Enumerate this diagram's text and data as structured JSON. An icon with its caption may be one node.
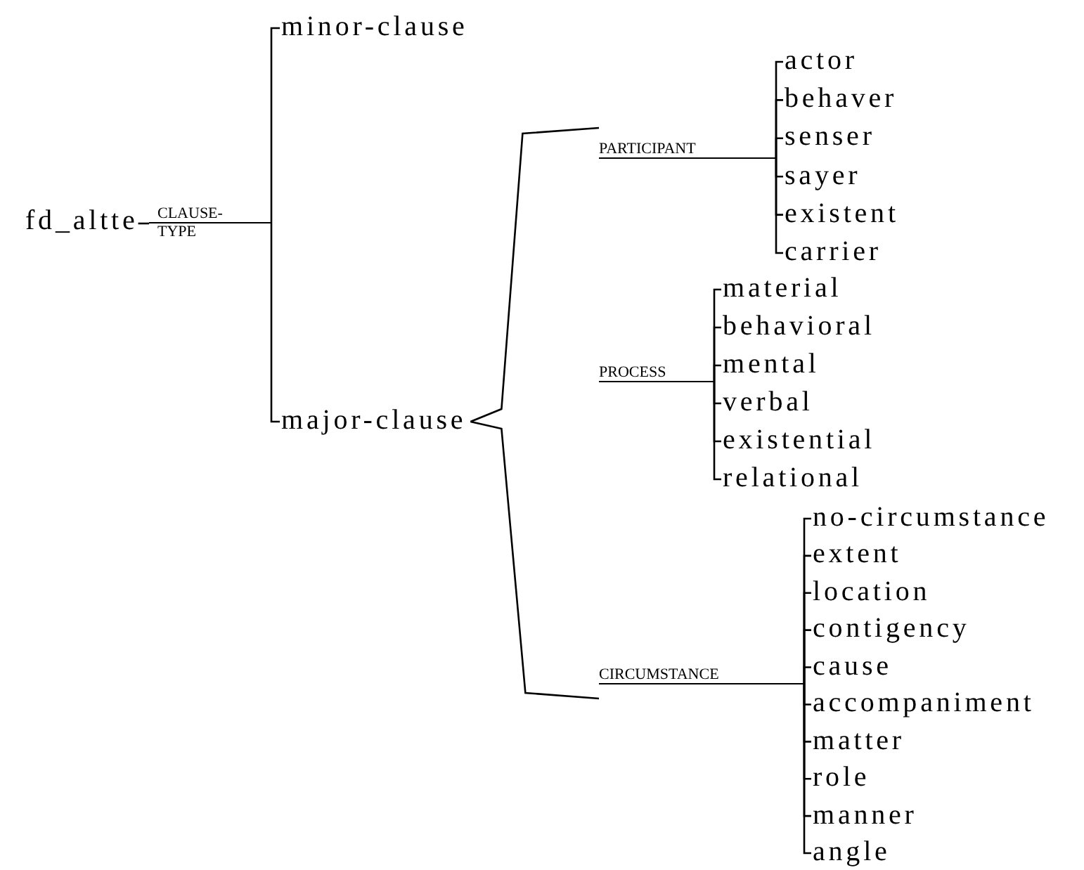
{
  "diagram": {
    "nodes": [
      {
        "text": [
          "fd_altte"
        ]
      },
      {
        "text": [
          "CLAUSE-",
          "TYPE"
        ]
      },
      {
        "text": [
          "minor-clause"
        ]
      },
      {
        "text": [
          "major-clause"
        ]
      },
      {
        "text": [
          "PARTICIPANT"
        ]
      },
      {
        "text": [
          "actor"
        ]
      },
      {
        "text": [
          "behaver"
        ]
      },
      {
        "text": [
          "senser"
        ]
      },
      {
        "text": [
          "sayer"
        ]
      },
      {
        "text": [
          "existent"
        ]
      },
      {
        "text": [
          "carrier"
        ]
      },
      {
        "text": [
          "PROCESS"
        ]
      },
      {
        "text": [
          "material"
        ]
      },
      {
        "text": [
          "behavioral"
        ]
      },
      {
        "text": [
          "mental"
        ]
      },
      {
        "text": [
          "verbal"
        ]
      },
      {
        "text": [
          "existential"
        ]
      },
      {
        "text": [
          "relational"
        ]
      },
      {
        "text": [
          "CIRCUMSTANCE"
        ]
      },
      {
        "text": [
          "no-circumstance"
        ]
      },
      {
        "text": [
          "extent"
        ]
      },
      {
        "text": [
          "location"
        ]
      },
      {
        "text": [
          "contigency"
        ]
      },
      {
        "text": [
          "cause"
        ]
      },
      {
        "text": [
          "accompaniment"
        ]
      },
      {
        "text": [
          "matter"
        ]
      },
      {
        "text": [
          "role"
        ]
      },
      {
        "text": [
          "manner"
        ]
      },
      {
        "text": [
          "angle"
        ]
      }
    ],
    "edges": [
      {
        "from": 0,
        "to": 1,
        "arrow": "none"
      },
      {
        "from": 1,
        "to": 2,
        "arrow": "none"
      },
      {
        "from": 1,
        "to": 3,
        "arrow": "none"
      },
      {
        "from": 3,
        "to": 4,
        "arrow": "none"
      },
      {
        "from": 3,
        "to": 18,
        "arrow": "none"
      },
      {
        "from": 4,
        "to": 5,
        "arrow": "none"
      },
      {
        "from": 4,
        "to": 6,
        "arrow": "none"
      },
      {
        "from": 4,
        "to": 7,
        "arrow": "none"
      },
      {
        "from": 4,
        "to": 8,
        "arrow": "none"
      },
      {
        "from": 4,
        "to": 9,
        "arrow": "none"
      },
      {
        "from": 4,
        "to": 10,
        "arrow": "none"
      },
      {
        "from": 11,
        "to": 12,
        "arrow": "none"
      },
      {
        "from": 11,
        "to": 13,
        "arrow": "none"
      },
      {
        "from": 11,
        "to": 14,
        "arrow": "none"
      },
      {
        "from": 11,
        "to": 15,
        "arrow": "none"
      },
      {
        "from": 11,
        "to": 16,
        "arrow": "none"
      },
      {
        "from": 11,
        "to": 17,
        "arrow": "none"
      },
      {
        "from": 18,
        "to": 19,
        "arrow": "none"
      },
      {
        "from": 18,
        "to": 20,
        "arrow": "none"
      },
      {
        "from": 18,
        "to": 21,
        "arrow": "none"
      },
      {
        "from": 18,
        "to": 22,
        "arrow": "none"
      },
      {
        "from": 18,
        "to": 23,
        "arrow": "none"
      },
      {
        "from": 18,
        "to": 24,
        "arrow": "none"
      },
      {
        "from": 18,
        "to": 25,
        "arrow": "none"
      },
      {
        "from": 18,
        "to": 26,
        "arrow": "none"
      },
      {
        "from": 18,
        "to": 27,
        "arrow": "none"
      },
      {
        "from": 18,
        "to": 28,
        "arrow": "none"
      }
    ]
  }
}
